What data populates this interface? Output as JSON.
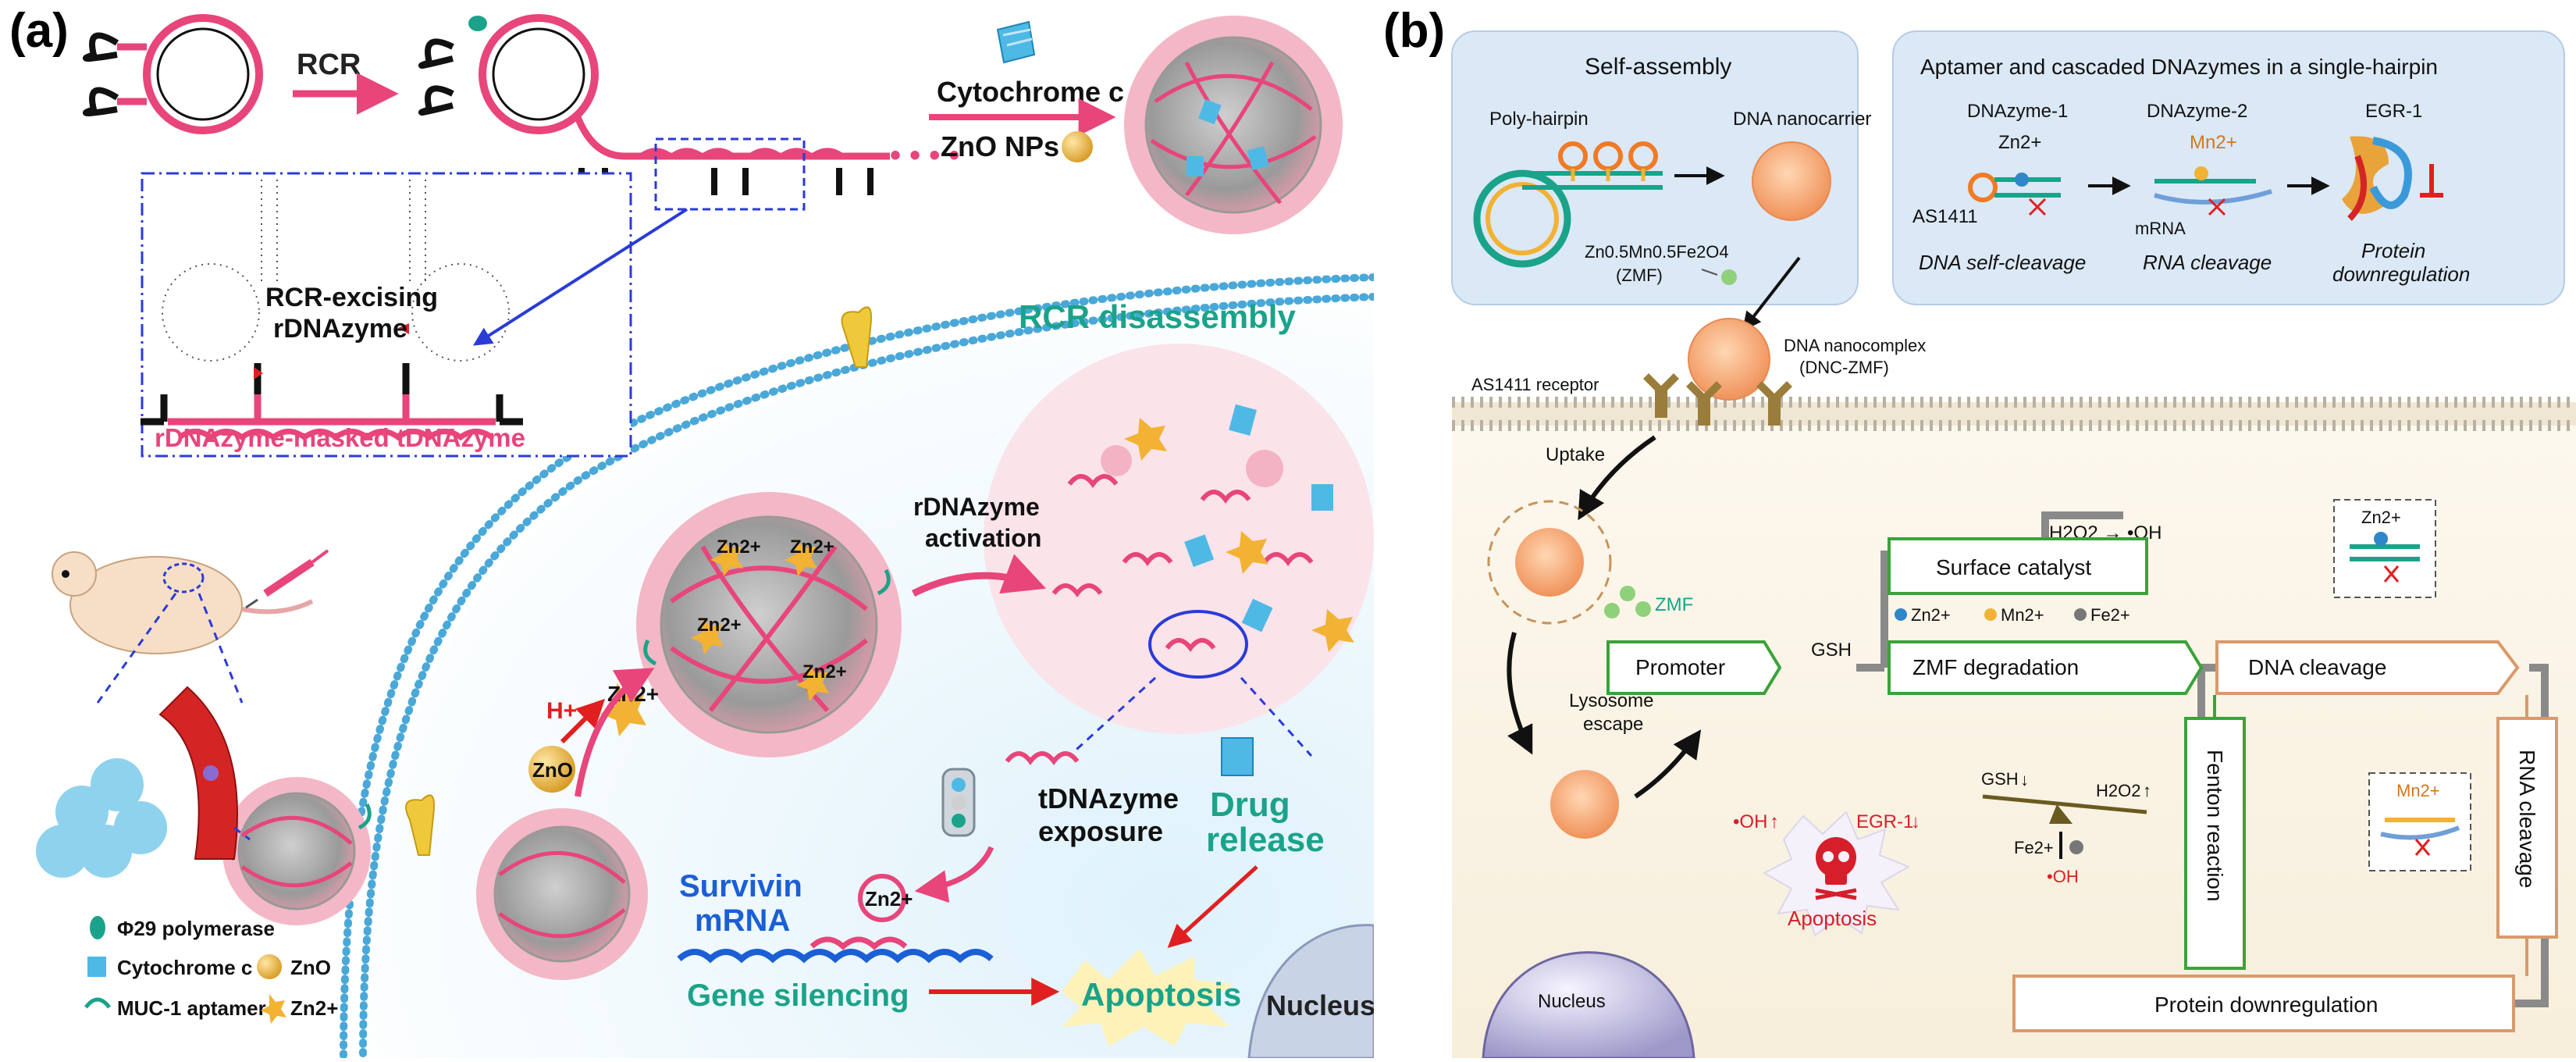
{
  "panel_a": {
    "label": "(a)",
    "rcr_arrow": "RCR",
    "cytochrome_c": "Cytochrome c",
    "zno_nps": "ZnO NPs",
    "rcr_excising_line1": "RCR-excising",
    "rcr_excising_line2": "rDNAzyme",
    "masked_label": "rDNAzyme-masked tDNAzyme",
    "rcr_disassembly": "RCR disassembly",
    "activation_line1": "rDNAzyme",
    "activation_line2": "activation",
    "tdnazyme_line1": "tDNAzyme",
    "tdnazyme_line2": "exposure",
    "drug_line1": "Drug",
    "drug_line2": "release",
    "survivin_line1": "Survivin",
    "survivin_line2": "mRNA",
    "gene_silencing": "Gene silencing",
    "apoptosis": "Apoptosis",
    "nucleus": "Nucleus",
    "zno": "ZnO",
    "h_plus": "H+",
    "zn2": "Zn2+",
    "legend": {
      "phi29": "Φ29 polymerase",
      "cytochrome": "Cytochrome c",
      "zno": "ZnO",
      "muc1": "MUC-1 aptamer",
      "zn": "Zn2+"
    }
  },
  "panel_b": {
    "label": "(b)",
    "self_assembly": "Self-assembly",
    "poly_hairpin": "Poly-hairpin",
    "dna_nanocarrier": "DNA nanocarrier",
    "zmf_formula": "Zn0.5Mn0.5Fe2O4",
    "zmf_short": "(ZMF)",
    "aptamer_title": "Aptamer and cascaded DNAzymes in a single-hairpin",
    "dnazyme1": "DNAzyme-1",
    "dnazyme2": "DNAzyme-2",
    "egr1": "EGR-1",
    "zn2": "Zn2+",
    "mn2": "Mn2+",
    "fe2": "Fe2+",
    "as1411": "AS1411",
    "mrna": "mRNA",
    "dna_self_cleavage": "DNA self-cleavage",
    "rna_cleavage_it": "RNA cleavage",
    "protein_line1": "Protein",
    "protein_line2": "downregulation",
    "nanocomplex_line1": "DNA nanocomplex",
    "nanocomplex_line2": "(DNC-ZMF)",
    "as1411_receptor": "AS1411 receptor",
    "uptake": "Uptake",
    "lysosome_line1": "Lysosome",
    "lysosome_line2": "escape",
    "h2o2_oh": "H2O2 → •OH",
    "surface_catalyst": "Surface catalyst",
    "zmf": "ZMF",
    "promoter": "Promoter",
    "gsh": "GSH",
    "zmf_degradation": "ZMF degradation",
    "dna_cleavage": "DNA cleavage",
    "rna_cleavage": "RNA cleavage",
    "fenton_reaction": "Fenton reaction",
    "h2o2": "H2O2",
    "oh": "•OH",
    "oh_up": "•OH",
    "egr1_down": "EGR-1",
    "apoptosis": "Apoptosis",
    "protein_downregulation": "Protein downregulation",
    "nucleus": "Nucleus"
  },
  "colors": {
    "pink": "#e8457a",
    "teal": "#1aa38a",
    "navy": "#2b3a8f",
    "green_box": "#3aa33a",
    "orange_box": "#d99a6c",
    "red": "#e02020",
    "blue_text": "#1b5fd6"
  }
}
